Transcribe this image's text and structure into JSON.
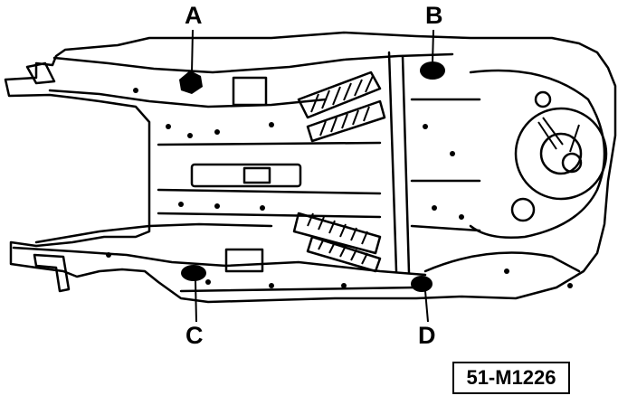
{
  "diagram": {
    "callouts": {
      "a": "A",
      "b": "B",
      "c": "C",
      "d": "D"
    },
    "figure_id": "51-M1226",
    "line_color": "#000000",
    "background": "#ffffff"
  }
}
